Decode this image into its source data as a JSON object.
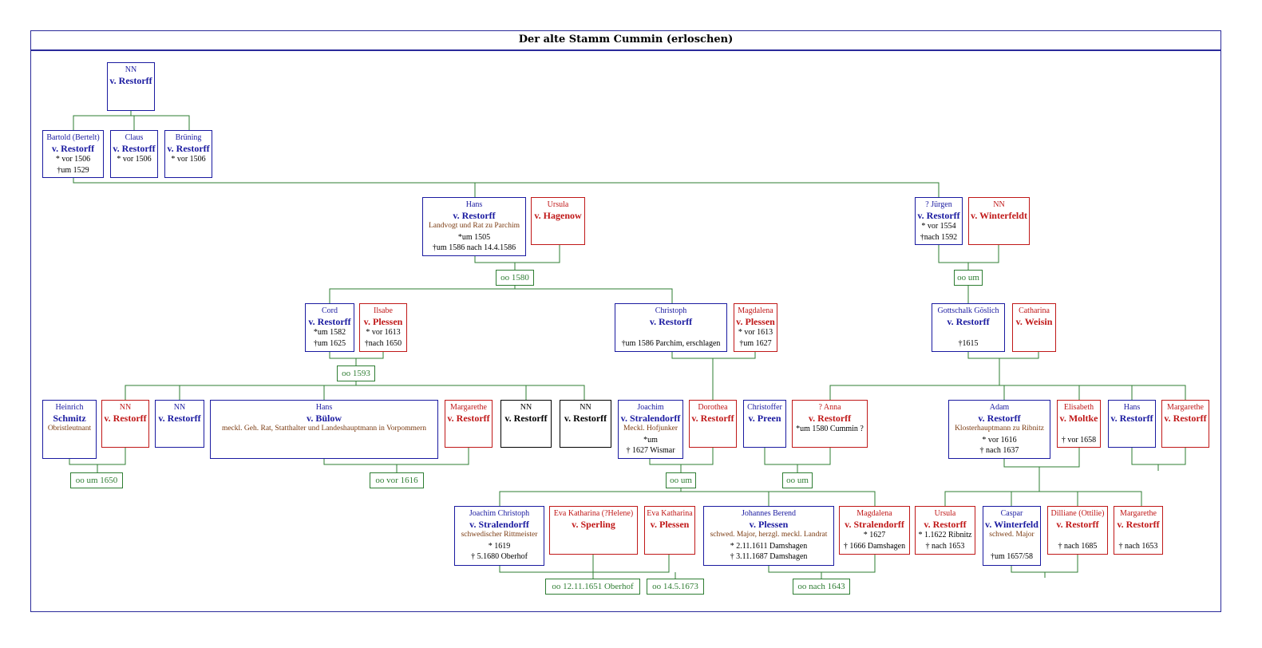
{
  "title": "Der alte Stamm Cummin (erloschen)",
  "colors": {
    "male": "#1a1aa0",
    "female": "#c01818",
    "unknown": "#000000",
    "title": "#7a3a10",
    "marriage": "#2e7d32",
    "frame": "#2a2a9a"
  },
  "people": [
    {
      "id": "nn_root",
      "g": "NN",
      "s": "v. Restorff",
      "t": "",
      "d": [],
      "c": "m"
    },
    {
      "id": "bartold",
      "g": "Bartold (Bertelt)",
      "s": "v. Restorff",
      "t": "",
      "d": [
        "* vor 1506",
        "†um 1529"
      ],
      "c": "m"
    },
    {
      "id": "claus",
      "g": "Claus",
      "s": "v. Restorff",
      "t": "",
      "d": [
        "* vor 1506"
      ],
      "c": "m"
    },
    {
      "id": "bruning",
      "g": "Brüning",
      "s": "v. Restorff",
      "t": "",
      "d": [
        "* vor 1506"
      ],
      "c": "m"
    },
    {
      "id": "hans1",
      "g": "Hans",
      "s": "v. Restorff",
      "t": "Landvogt und Rat zu Parchim",
      "d": [
        "*um 1505",
        "†um 1586 nach 14.4.1586"
      ],
      "c": "m"
    },
    {
      "id": "ursula1",
      "g": "Ursula",
      "s": "v. Hagenow",
      "t": "",
      "d": [],
      "c": "f"
    },
    {
      "id": "jurgen",
      "g": "? Jürgen",
      "s": "v. Restorff",
      "t": "",
      "d": [
        "* vor 1554",
        "†nach 1592"
      ],
      "c": "m"
    },
    {
      "id": "nn_winterfeldt",
      "g": "NN",
      "s": "v. Winterfeldt",
      "t": "",
      "d": [],
      "c": "f"
    },
    {
      "id": "cord",
      "g": "Cord",
      "s": "v. Restorff",
      "t": "",
      "d": [
        "*um 1582",
        "†um 1625"
      ],
      "c": "m"
    },
    {
      "id": "ilsabe",
      "g": "Ilsabe",
      "s": "v. Plessen",
      "t": "",
      "d": [
        "* vor 1613",
        "†nach 1650"
      ],
      "c": "f"
    },
    {
      "id": "christoph",
      "g": "Christoph",
      "s": "v. Restorff",
      "t": "",
      "d": [
        "",
        "†um 1586 Parchim, erschlagen"
      ],
      "c": "m"
    },
    {
      "id": "magdalena1",
      "g": "Magdalena",
      "s": "v. Plessen",
      "t": "",
      "d": [
        "* vor 1613",
        "†um 1627"
      ],
      "c": "f"
    },
    {
      "id": "gottschalk",
      "g": "Gottschalk  Göslich",
      "s": "v. Restorff",
      "t": "",
      "d": [
        "",
        "†1615"
      ],
      "c": "m"
    },
    {
      "id": "catharina",
      "g": "Catharina",
      "s": "v. Weisin",
      "t": "",
      "d": [],
      "c": "f"
    },
    {
      "id": "heinrich",
      "g": "Heinrich",
      "s": "Schmitz",
      "t": "Obristleutnant",
      "d": [],
      "c": "m"
    },
    {
      "id": "nn_r1",
      "g": "NN",
      "s": "v. Restorff",
      "t": "",
      "d": [],
      "c": "f"
    },
    {
      "id": "nn_r2",
      "g": "NN",
      "s": "v. Restorff",
      "t": "",
      "d": [],
      "c": "m"
    },
    {
      "id": "hans_bulow",
      "g": "Hans",
      "s": "v. Bülow",
      "t": "meckl. Geh. Rat, Statthalter und Landeshauptmann in Vorpommern",
      "d": [],
      "c": "m"
    },
    {
      "id": "margarethe1",
      "g": "Margarethe",
      "s": "v. Restorff",
      "t": "",
      "d": [],
      "c": "f"
    },
    {
      "id": "nn_r3",
      "g": "NN",
      "s": "v. Restorff",
      "t": "",
      "d": [],
      "c": "k"
    },
    {
      "id": "nn_r4",
      "g": "NN",
      "s": "v. Restorff",
      "t": "",
      "d": [],
      "c": "k"
    },
    {
      "id": "joachim",
      "g": "Joachim",
      "s": "v. Stralendorff",
      "t": "Meckl. Hofjunker",
      "d": [
        "*um",
        "† 1627 Wismar"
      ],
      "c": "m"
    },
    {
      "id": "dorothea",
      "g": "Dorothea",
      "s": "v. Restorff",
      "t": "",
      "d": [],
      "c": "f"
    },
    {
      "id": "christoffer",
      "g": "Christoffer",
      "s": "v. Preen",
      "t": "",
      "d": [],
      "c": "m"
    },
    {
      "id": "anna",
      "g": "? Anna",
      "s": "v. Restorff",
      "t": "",
      "d": [
        "*um 1580 Cummin ?"
      ],
      "c": "f"
    },
    {
      "id": "adam",
      "g": "Adam",
      "s": "v. Restorff",
      "t": "Klosterhauptmann zu Ribnitz",
      "d": [
        "* vor 1616",
        "† nach 1637"
      ],
      "c": "m"
    },
    {
      "id": "elisabeth",
      "g": "Elisabeth",
      "s": "v. Moltke",
      "t": "",
      "d": [
        "",
        "† vor 1658"
      ],
      "c": "f"
    },
    {
      "id": "hans3",
      "g": "Hans",
      "s": "v. Restorff",
      "t": "",
      "d": [],
      "c": "m"
    },
    {
      "id": "margarethe2",
      "g": "Margarethe",
      "s": "v. Restorff",
      "t": "",
      "d": [],
      "c": "f"
    },
    {
      "id": "joachim_christoph",
      "g": "Joachim Christoph",
      "s": "v. Stralendorff",
      "t": "schwedischer Rittmeister",
      "d": [
        "* 1619",
        "† 5.1680 Oberhof"
      ],
      "c": "m"
    },
    {
      "id": "eva_sperling",
      "g": "Eva Katharina (?Helene)",
      "s": "v. Sperling",
      "t": "",
      "d": [],
      "c": "f"
    },
    {
      "id": "eva_plessen",
      "g": "Eva Katharina",
      "s": "v. Plessen",
      "t": "",
      "d": [],
      "c": "f"
    },
    {
      "id": "johannes",
      "g": "Johannes Berend",
      "s": "v. Plessen",
      "t": "schwed. Major, herzgl. meckl. Landrat",
      "d": [
        "* 2.11.1611 Damshagen",
        "† 3.11.1687 Damshagen"
      ],
      "c": "m"
    },
    {
      "id": "magdalena2",
      "g": "Magdalena",
      "s": "v. Stralendorff",
      "t": "",
      "d": [
        "* 1627",
        "† 1666 Damshagen"
      ],
      "c": "f"
    },
    {
      "id": "ursula2",
      "g": "Ursula",
      "s": "v. Restorff",
      "t": "",
      "d": [
        "* 1.1622 Ribnitz",
        "† nach 1653"
      ],
      "c": "f"
    },
    {
      "id": "caspar",
      "g": "Caspar",
      "s": "v. Winterfeld",
      "t": "schwed. Major",
      "d": [
        "",
        "†um 1657/58"
      ],
      "c": "m"
    },
    {
      "id": "dilliane",
      "g": "Dilliane (Ottilie)",
      "s": "v. Restorff",
      "t": "",
      "d": [
        "",
        "† nach 1685"
      ],
      "c": "f"
    },
    {
      "id": "margarethe3",
      "g": "Margarethe",
      "s": "v. Restorff",
      "t": "",
      "d": [
        "",
        "† nach 1653"
      ],
      "c": "f"
    }
  ],
  "marriages": [
    {
      "id": "m1580",
      "label": "oo 1580"
    },
    {
      "id": "mum1",
      "label": "oo um"
    },
    {
      "id": "m1593",
      "label": "oo 1593"
    },
    {
      "id": "mum1650",
      "label": "oo um 1650"
    },
    {
      "id": "mvor1616",
      "label": "oo vor 1616"
    },
    {
      "id": "mum2",
      "label": "oo um"
    },
    {
      "id": "mum3",
      "label": "oo um"
    },
    {
      "id": "m1651",
      "label": "oo 12.11.1651 Oberhof"
    },
    {
      "id": "m1673",
      "label": "oo 14.5.1673"
    },
    {
      "id": "mnach1643",
      "label": "oo nach 1643"
    }
  ]
}
